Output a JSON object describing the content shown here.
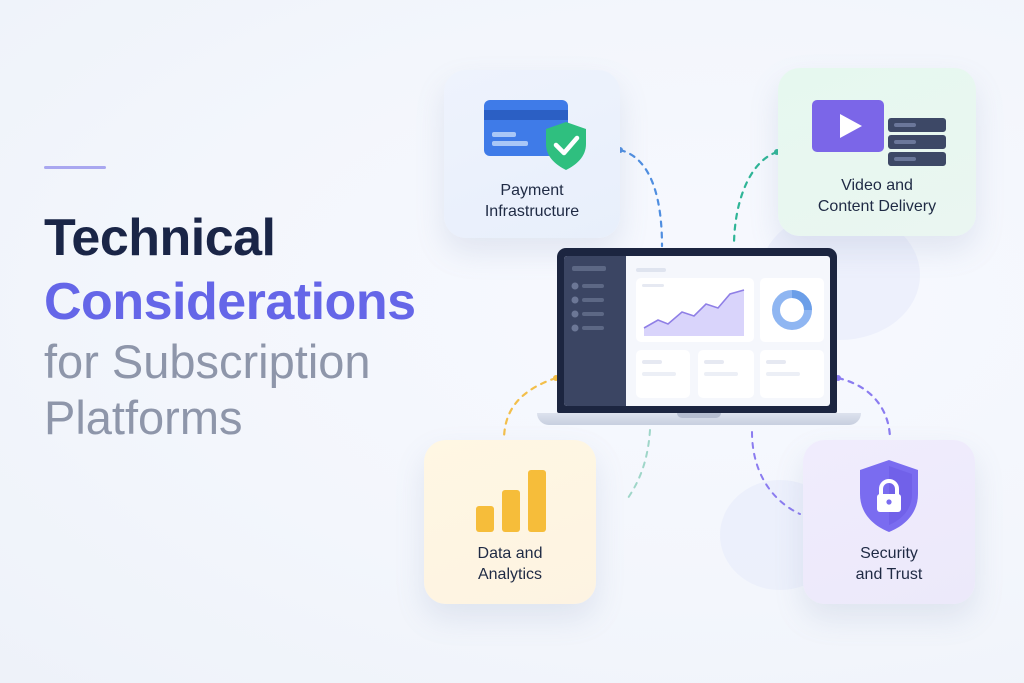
{
  "heading": {
    "line1": "Technical",
    "line2": "Considerations",
    "line3": "for Subscription",
    "line4": "Platforms"
  },
  "cards": {
    "payment": {
      "line1": "Payment",
      "line2": "Infrastructure",
      "icon": "credit-card-shield-icon"
    },
    "video": {
      "line1": "Video and",
      "line2": "Content Delivery",
      "icon": "video-server-icon"
    },
    "data": {
      "line1": "Data and",
      "line2": "Analytics",
      "icon": "bar-chart-icon"
    },
    "security": {
      "line1": "Security",
      "line2": "and Trust",
      "icon": "shield-lock-icon"
    }
  },
  "colors": {
    "title_dark": "#1a2547",
    "title_accent": "#6566e8",
    "title_muted": "#8e96aa",
    "payment_blue": "#3f7be8",
    "shield_green": "#2fbf7f",
    "video_purple": "#7b66e8",
    "server_slate": "#3d4866",
    "analytics_yellow": "#f6bd3a",
    "security_purple": "#7a6cf0"
  },
  "laptop_dashboard": {
    "icon": "laptop-dashboard-icon"
  }
}
